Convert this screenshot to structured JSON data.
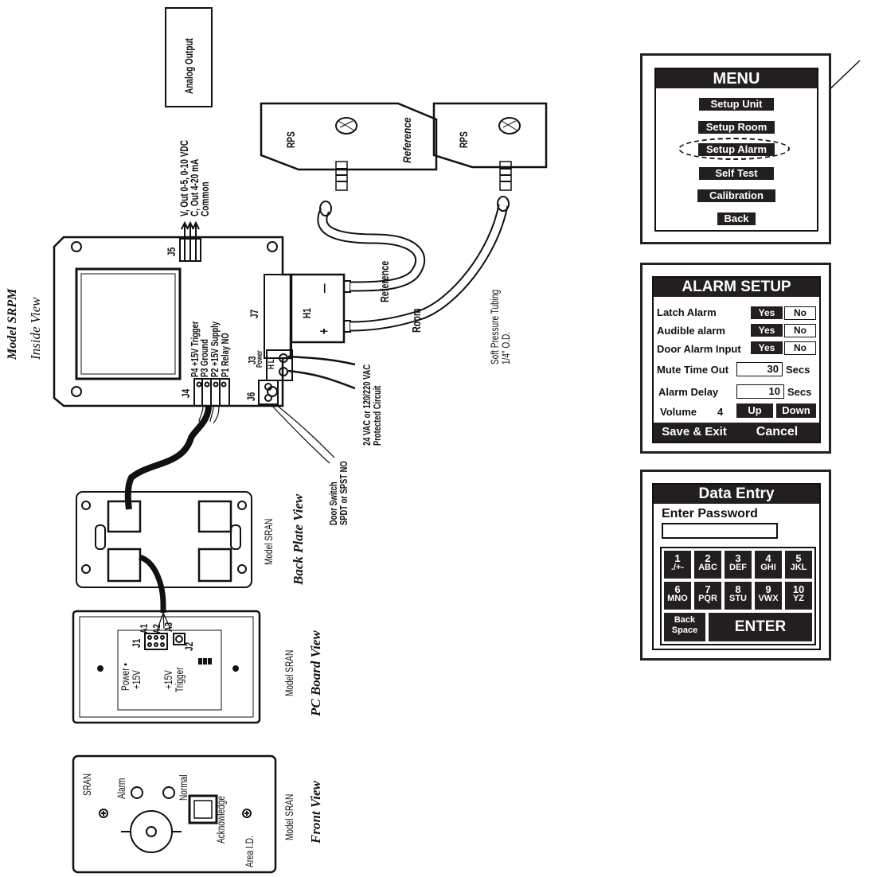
{
  "labels": {
    "model_srpm": "Model SRPM",
    "inside_view": "Inside View",
    "analog_output": "Analog Output",
    "v_out": "V, Out 0-5, 0-10 VDC",
    "c_out": "C, Out 4-20 mA",
    "common": "Common",
    "j5": "J5",
    "j7": "J7",
    "h1": "H1",
    "j3": "J3",
    "power": "Power",
    "hl": "H L",
    "j4": "J4",
    "j6": "J6",
    "p4": "P4 +15V Trigger",
    "p3": "P3 Ground",
    "p2": "P2 +15V Supply",
    "p1": "P1 Relay NO",
    "vac": "24 VAC or 120/220 VAC",
    "protected": "Protected Circuit",
    "door_switch": "Door Switch",
    "spdt": "SPDT or SPST NO",
    "rps1": "RPS",
    "rps2": "RPS",
    "reference_plate": "Reference",
    "reference_tube": "Reference",
    "room": "Room",
    "soft_tubing": "Soft Pressure Tubing",
    "tubing_size": "1/4\" O.D.",
    "model_sran_1": "Model SRAN",
    "back_plate_view": "Back Plate View",
    "model_sran_2": "Model SRAN",
    "pc_board_view": "PC Board View",
    "a1": "A1",
    "a2": "A2",
    "a3": "A3",
    "j1": "J1",
    "j2": "J2",
    "power_dot": "Power •",
    "plus15v_1": "+15V",
    "plus15v_2": "+15V",
    "trigger": "Trigger",
    "model_sran_3": "Model SRAN",
    "front_view": "Front View",
    "sran": "SRAN",
    "alarm": "Alarm",
    "normal": "Normal",
    "acknowledge": "Acknowledge",
    "area_id": "Area I.D.",
    "minus": "—",
    "plus": "+"
  },
  "menu": {
    "title": "MENU",
    "items": [
      "Setup Unit",
      "Setup Room",
      "Setup Alarm",
      "Self Test",
      "Calibration",
      "Back"
    ]
  },
  "alarm_setup": {
    "title": "ALARM SETUP",
    "latch_alarm": "Latch Alarm",
    "audible_alarm": "Audible alarm",
    "door_alarm_input": "Door Alarm Input",
    "yes": "Yes",
    "no": "No",
    "mute_time_out": "Mute Time Out",
    "mute_value": "30",
    "alarm_delay": "Alarm Delay",
    "delay_value": "10",
    "secs": "Secs",
    "volume": "Volume",
    "volume_value": "4",
    "up": "Up",
    "down": "Down",
    "save_exit": "Save & Exit",
    "cancel": "Cancel"
  },
  "data_entry": {
    "title": "Data Entry",
    "prompt": "Enter Password",
    "password_value": "",
    "keys": [
      {
        "num": "1",
        "letters": "./+-"
      },
      {
        "num": "2",
        "letters": "ABC"
      },
      {
        "num": "3",
        "letters": "DEF"
      },
      {
        "num": "4",
        "letters": "GHI"
      },
      {
        "num": "5",
        "letters": "JKL"
      },
      {
        "num": "6",
        "letters": "MNO"
      },
      {
        "num": "7",
        "letters": "PQR"
      },
      {
        "num": "8",
        "letters": "STU"
      },
      {
        "num": "9",
        "letters": "VWX"
      },
      {
        "num": "10",
        "letters": "YZ"
      }
    ],
    "backspace_1": "Back",
    "backspace_2": "Space",
    "enter": "ENTER"
  }
}
